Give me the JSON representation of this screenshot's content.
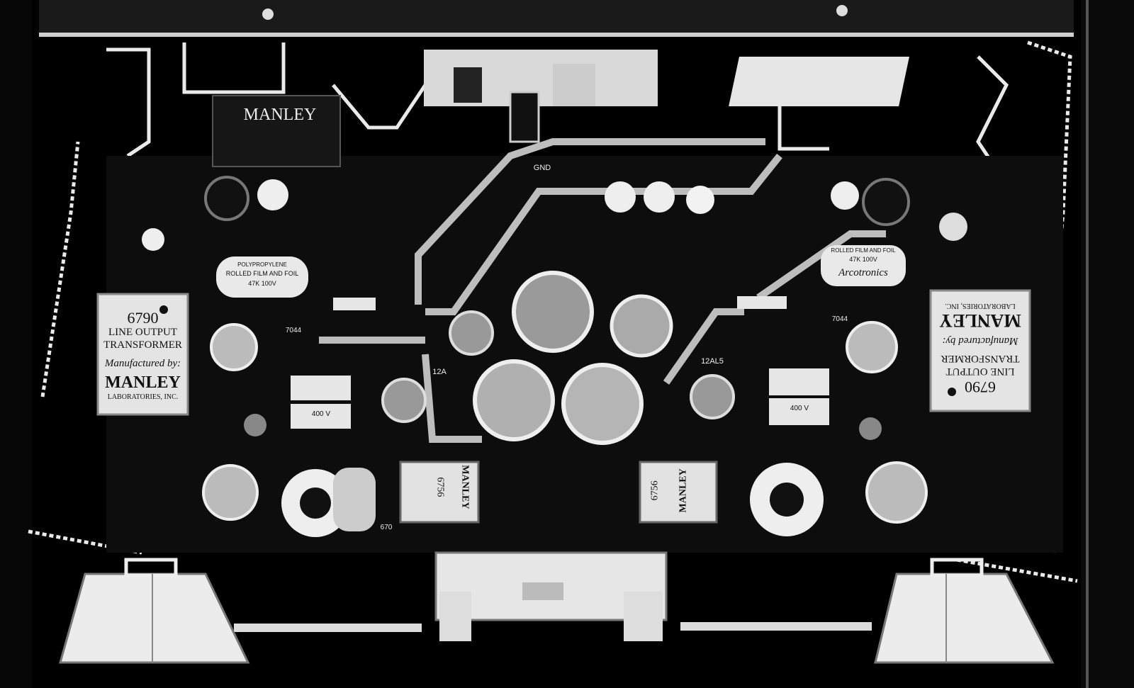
{
  "photo": {
    "left_transformer": {
      "model": "6790",
      "line1": "LINE OUTPUT",
      "line2": "TRANSFORMER",
      "mfg": "Manufactured by:",
      "brand": "MANLEY",
      "sub": "LABORATORIES, INC."
    },
    "right_transformer": {
      "model": "6790",
      "line1": "LINE OUTPUT",
      "line2": "TRANSFORMER",
      "mfg": "Manufactured by:",
      "brand": "MANLEY",
      "sub": "LABORATORIES, INC."
    },
    "top_left_brand": "MANLEY",
    "small_left": {
      "model": "6756",
      "brand": "MANLEY"
    },
    "small_right": {
      "model": "6756",
      "brand": "MANLEY"
    },
    "cap_left": {
      "line1": "POLYPROPYLENE",
      "line2": "ROLLED FILM AND FOIL",
      "line3": "47K 100V"
    },
    "cap_right": {
      "line1": "ROLLED FILM AND FOIL",
      "line2": "47K 100V",
      "script": "Arcotronics"
    },
    "pcb_labels": {
      "gnd": "GND",
      "tube_left": "12A",
      "tube_right": "12AL5",
      "code_left": "7044",
      "code_right": "7044",
      "small_670": "670",
      "right_cap_val": "400 V",
      "left_cap_val": "400 V"
    },
    "colors": {
      "background": "#000000",
      "metal": "#e8e8e8",
      "pcb": "#0d0d0d"
    }
  }
}
